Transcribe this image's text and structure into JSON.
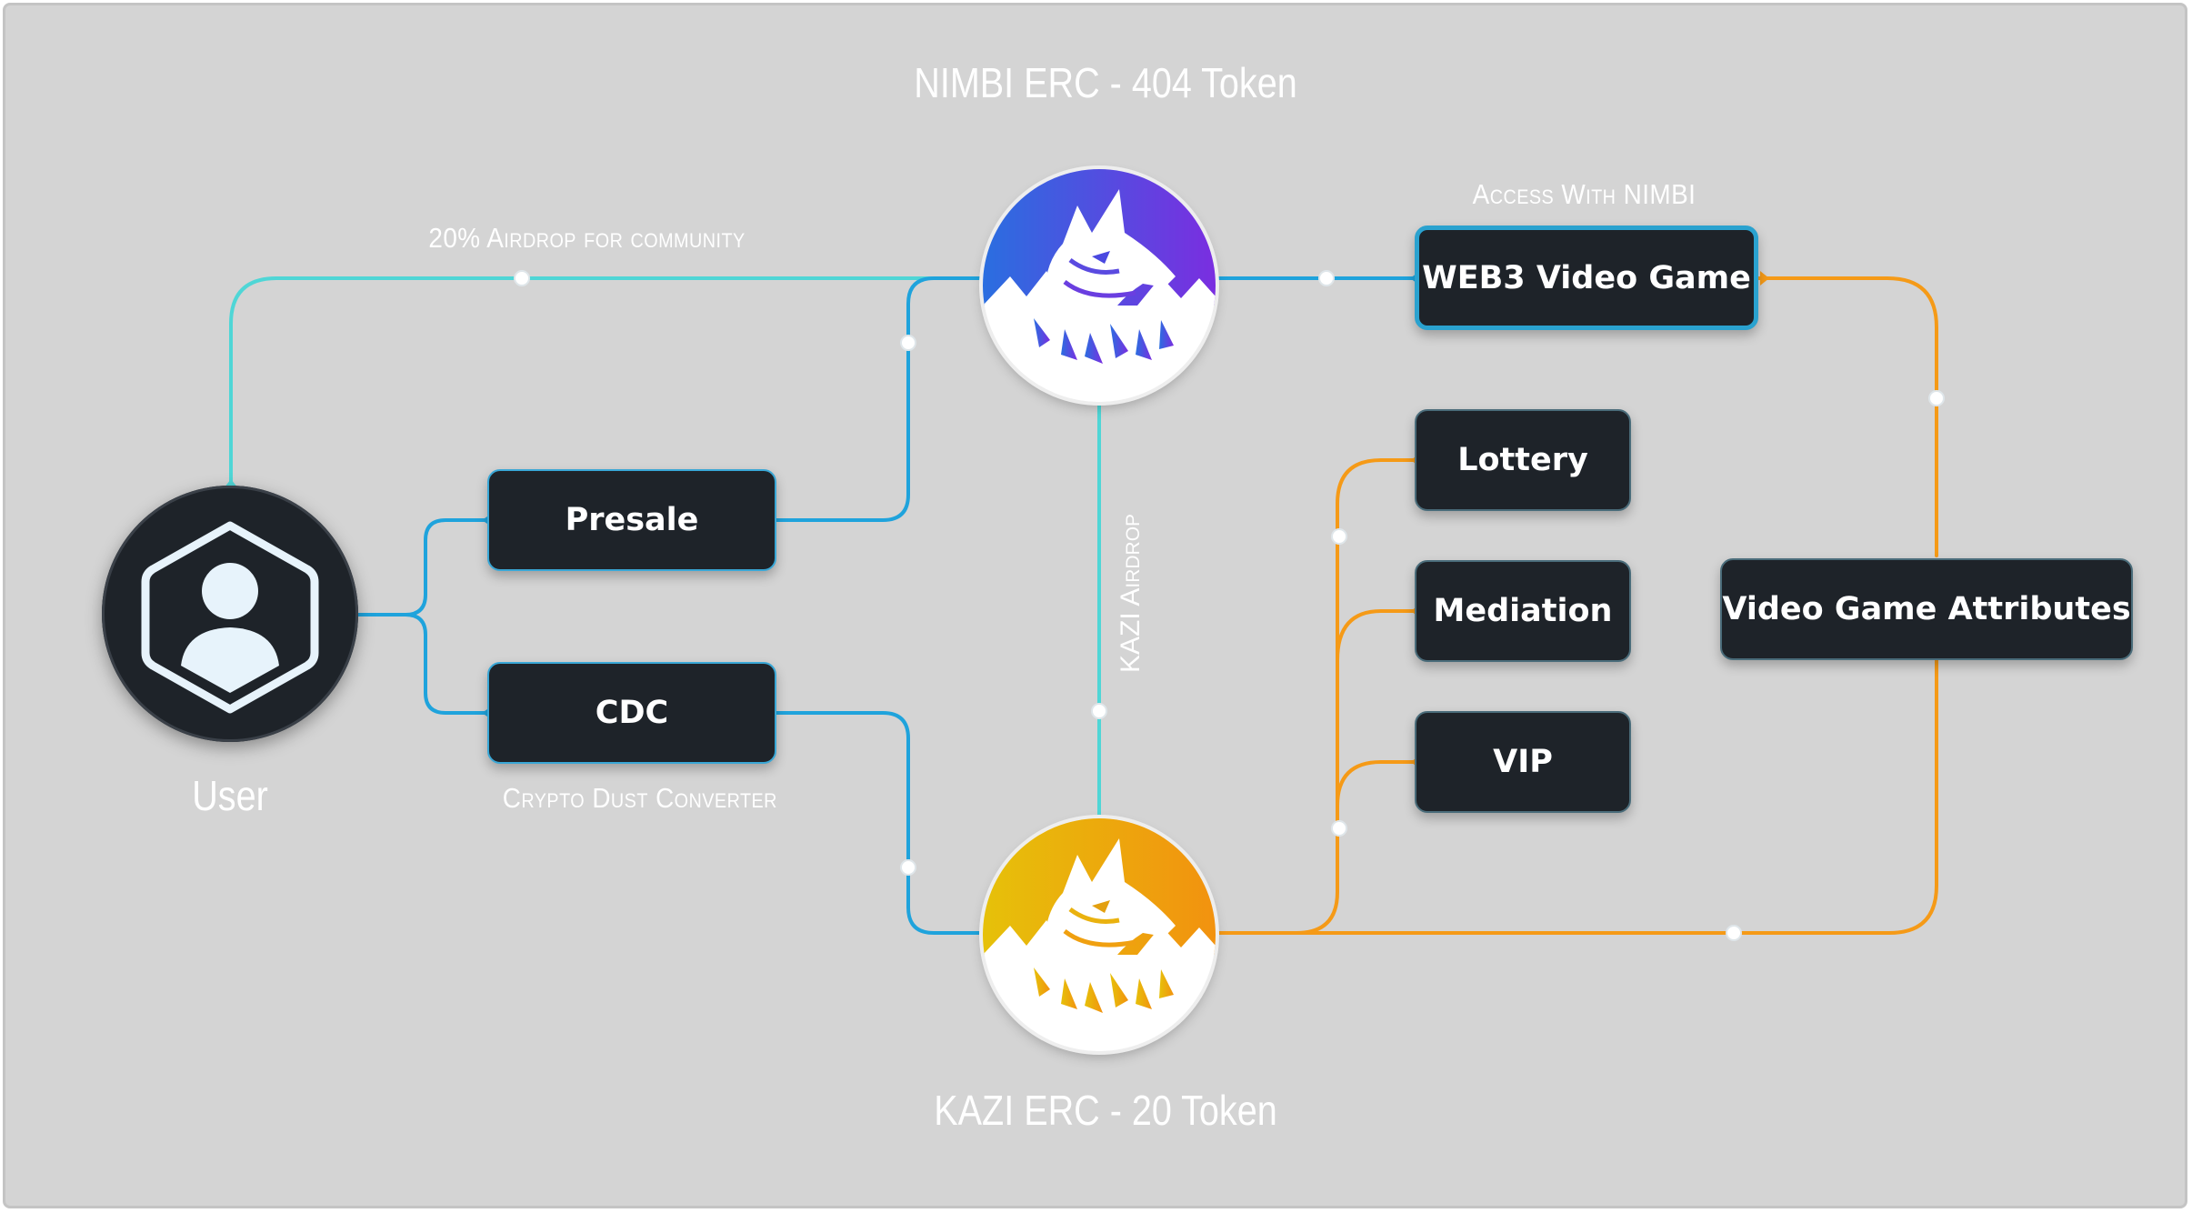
{
  "diagram": {
    "nimbi_title": "NIMBI ERC - 404 Token",
    "kazi_title": "KAZI ERC - 20 Token",
    "user_label": "User",
    "airdrop_label": "20% Airdrop for community",
    "access_label": "Access With NIMBI",
    "kazi_airdrop_label": "KAZI Airdrop",
    "cdc_caption": "Crypto Dust Converter"
  },
  "nodes": {
    "presale": "Presale",
    "cdc": "CDC",
    "web3_game": "WEB3 Video Game",
    "lottery": "Lottery",
    "mediation": "Mediation",
    "vip": "VIP",
    "attributes": "Video Game Attributes"
  },
  "colors": {
    "background": "#d4d4d4",
    "teal_link": "#4fd6d6",
    "blue_link": "#1fa3dc",
    "orange_link": "#f59a17",
    "node_fill": "#1e2329",
    "nimbi_gradient": [
      "#2a6ee0",
      "#7a2ee0"
    ],
    "kazi_gradient": [
      "#e6c10a",
      "#f2920f"
    ]
  },
  "icons": {
    "user": "user-hexagon-icon",
    "nimbi": "wolf-logo-purple",
    "kazi": "wolf-logo-orange"
  }
}
